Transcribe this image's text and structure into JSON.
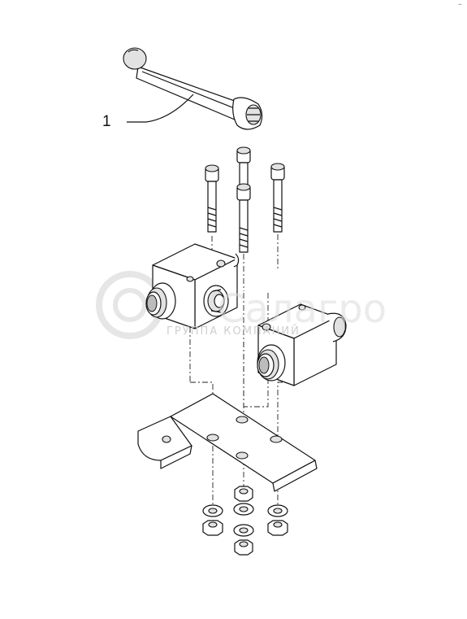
{
  "callouts": [
    {
      "label": "1",
      "part": "valve-handle"
    }
  ],
  "corner_mark": "–",
  "watermark": {
    "brand": "Салагро",
    "tagline": "ГРУППА КОМПАНИЙ"
  }
}
